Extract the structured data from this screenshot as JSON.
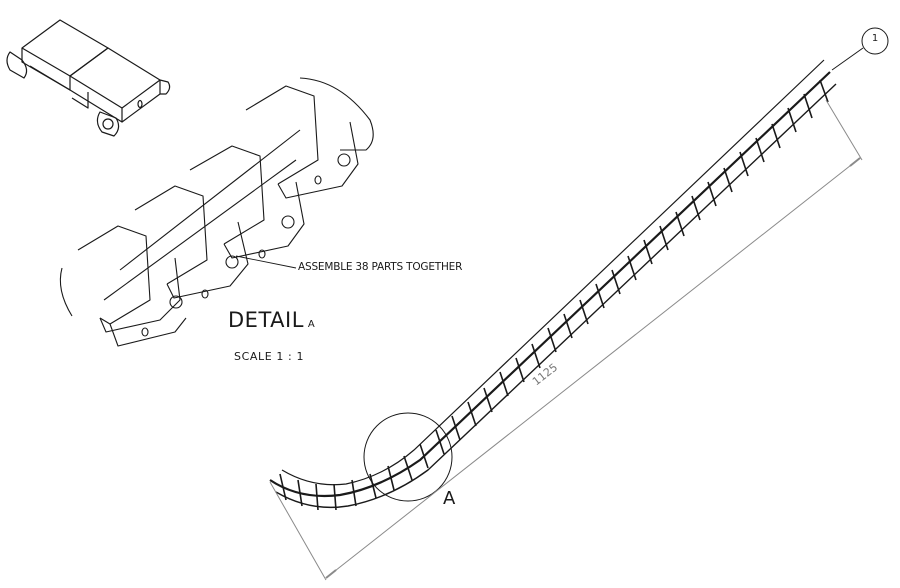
{
  "drawing": {
    "type": "engineering-assembly-drawing",
    "subject": "cable carrier drag chain",
    "note": "ASSEMBLE 38 PARTS TOGETHER",
    "detail_view": {
      "title": "DETAIL",
      "label": "A",
      "scale_text": "SCALE 1 : 1"
    },
    "section_marker": {
      "label": "A"
    },
    "balloon": {
      "number": "1"
    },
    "dimension": {
      "value": "1125"
    },
    "colors": {
      "line": "#1a1a1a",
      "dimension_line": "#8a8a8a",
      "background": "#ffffff"
    }
  }
}
